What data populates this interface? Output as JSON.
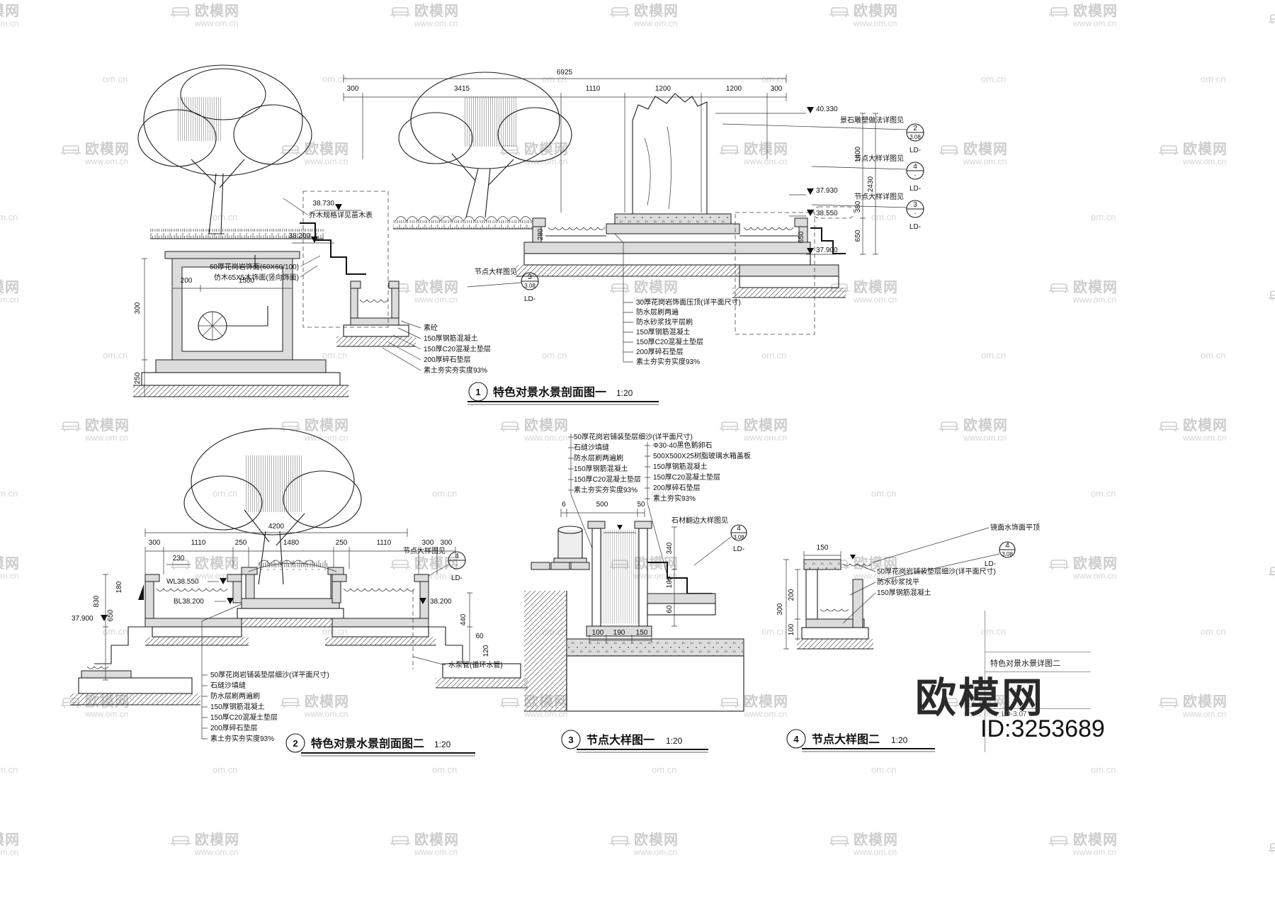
{
  "watermark": {
    "brand": "欧模网",
    "url": "www.om.cn",
    "short": "om.cn"
  },
  "sheet": {
    "side_title": "特色对景水景详图二",
    "sheet_no": "LD-3.07",
    "brand_logo": "欧模网",
    "resource_id": "ID:3253689"
  },
  "d1": {
    "num": "1",
    "title": "特色对景水景剖面图一",
    "scale": "1:20",
    "dim_total": "6925",
    "dims_top": [
      "300",
      "3415",
      "1110",
      "1200",
      "1200",
      "300"
    ],
    "vdims": [
      "1400",
      "2430",
      "380",
      "650"
    ],
    "elev_40330": "40.330",
    "elev_37930": "37.930",
    "elev_38550": "38.550",
    "elev_37900": "37.900",
    "elev_38730": "38.730",
    "elev_38200": "38.200",
    "ldims": [
      "200",
      "1500",
      "300",
      "250"
    ],
    "pool_dims": [
      "650",
      "280"
    ],
    "tree_note": "乔木规格详见苗木表",
    "mat_notes": [
      "60厚花岗岩饰面(60X60/100)",
      "仿木65X5木饰面(竖向饰面)"
    ],
    "notes_left": [
      "素砼",
      "150厚钢筋混凝土",
      "150厚C20混凝土垫层",
      "200厚碎石垫层",
      "素土夯实夯实度93%"
    ],
    "notes_mid": [
      "30厚花岗岩饰面压顶(详平面尺寸)",
      "防水层刷两遍",
      "防水砂浆找平层刷",
      "150厚钢筋混凝土",
      "150厚C20混凝土垫层",
      "200厚碎石垫层",
      "素土夯实夯实度93%"
    ],
    "callouts": [
      {
        "label": "景石雕塑做法详图见",
        "num": "2",
        "sub": "3.08",
        "ref": "LD-"
      },
      {
        "label": "节点大样详图见",
        "num": "4",
        "sub": "-",
        "ref": "LD-"
      },
      {
        "label": "节点大样详图见",
        "num": "3",
        "sub": "-",
        "ref": "LD-"
      },
      {
        "label": "节点大样图见",
        "num": "3",
        "sub": "3.08",
        "ref": "LD-"
      }
    ]
  },
  "d2": {
    "num": "2",
    "title": "特色对景水景剖面图二",
    "scale": "1:20",
    "dim_total": "4200",
    "dims_top": [
      "300",
      "1110",
      "250",
      "1480",
      "250",
      "1110",
      "300",
      "300"
    ],
    "dim_230": "230",
    "elev_wl": "WL38.550",
    "elev_bl": "BL38.200",
    "elev_38200": "38.200",
    "elev_37900": "37.900",
    "vdims": [
      "830",
      "650",
      "180"
    ],
    "rdims": [
      "440",
      "60",
      "120"
    ],
    "pipe_note": "水泵管(循环水管)",
    "callout": {
      "label": "节点大样图见",
      "num": "4",
      "sub": "-",
      "ref": "LD-"
    },
    "notes": [
      "50厚花岗岩铺装垫层细沙(详平面尺寸)",
      "石缝沙填缝",
      "防水层刷两遍刷",
      "150厚钢筋混凝土",
      "150厚C20混凝土垫层",
      "200厚碎石垫层",
      "素土夯实夯实度93%"
    ]
  },
  "d3": {
    "num": "3",
    "title": "节点大样图一",
    "scale": "1:20",
    "notes_left": [
      "50厚花岗岩铺装垫层细沙(详平面尺寸)",
      "石缝沙填缝",
      "防水层刷两遍刷",
      "150厚钢筋混凝土",
      "150厚C20混凝土垫层",
      "素土夯实夯实度93%"
    ],
    "notes_right": [
      "Φ30-40黑色鹅卵石",
      "500X500X25树脂玻璃水箱盖板",
      "150厚钢筋混凝土",
      "150厚C20混凝土垫层",
      "200厚碎石垫层",
      "素土夯实93%"
    ],
    "dims": [
      "6",
      "500",
      "50",
      "340",
      "100",
      "60",
      "190",
      "100",
      "150"
    ],
    "callout": {
      "label": "石材翻边大样图见",
      "num": "4",
      "sub": "3.08",
      "ref": "LD-"
    }
  },
  "d4": {
    "num": "4",
    "title": "节点大样图二",
    "scale": "1:20",
    "top_note": "镜面水饰面平顶",
    "callout": {
      "num": "4",
      "sub": "3.08",
      "ref": "LD-"
    },
    "notes": [
      "50厚花岗岩铺装垫层细沙(详平面尺寸)",
      "防水砂浆找平",
      "150厚钢筋混凝土"
    ],
    "dims": [
      "150",
      "200",
      "100",
      "300"
    ]
  }
}
